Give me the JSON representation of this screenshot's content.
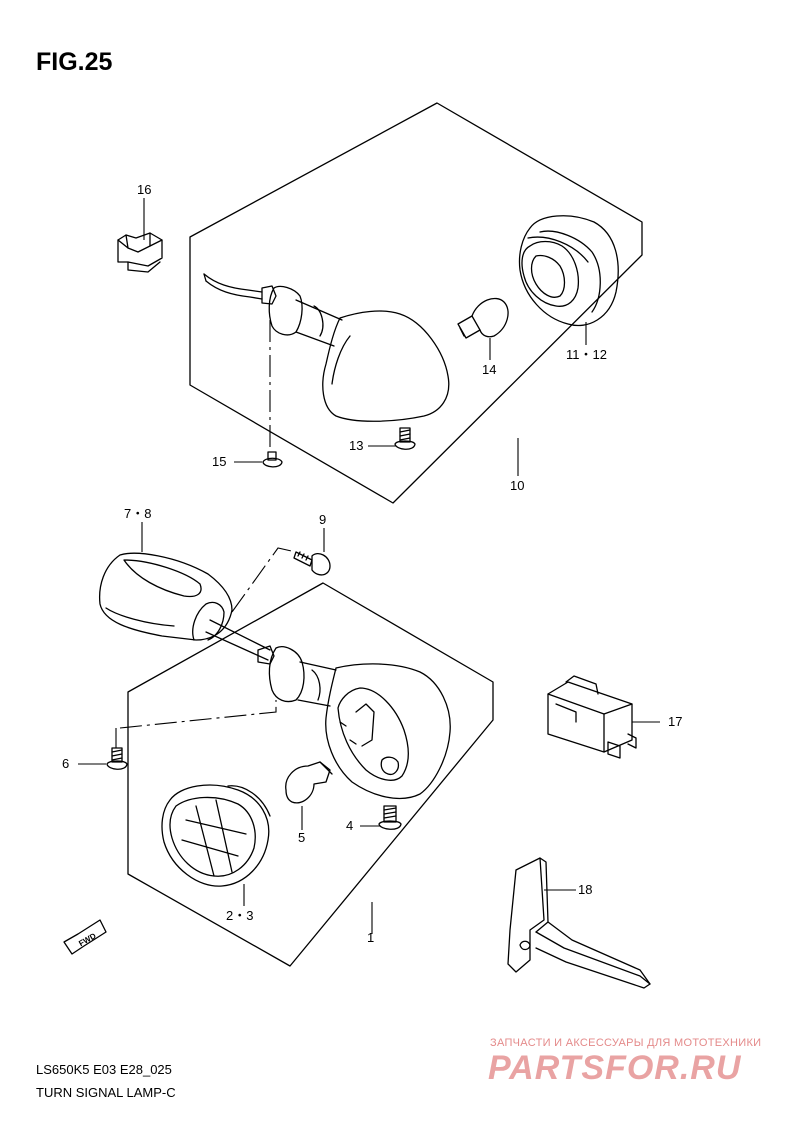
{
  "figure": {
    "title": "FIG.25"
  },
  "callouts": {
    "c1": "1",
    "c23": "2・3",
    "c4": "4",
    "c5": "5",
    "c6": "6",
    "c78": "7・8",
    "c9": "9",
    "c10": "10",
    "c1112": "11・12",
    "c13": "13",
    "c14": "14",
    "c15": "15",
    "c16": "16",
    "c17": "17",
    "c18": "18"
  },
  "fwd_label": "FWD",
  "footer": {
    "model_code": "LS650K5 E03 E28_025",
    "section_name": "TURN SIGNAL LAMP-C"
  },
  "watermark": {
    "tagline": "ЗАПЧАСТИ И АКСЕССУАРЫ ДЛЯ МОТОТЕХНИКИ",
    "brand": "PARTSFOR.RU"
  }
}
